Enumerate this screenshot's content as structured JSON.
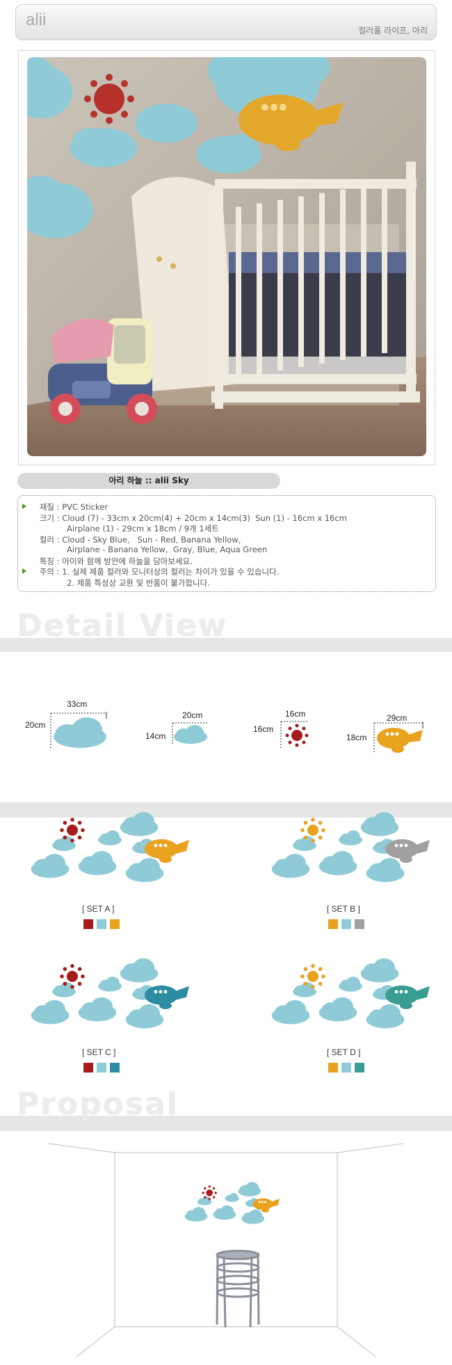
{
  "header": {
    "logo": "alii",
    "tagline": "컬러풀 라이프, 아리"
  },
  "product": {
    "title": "아리 하늘 :: alii     Sky"
  },
  "specs": [
    {
      "key": "재질",
      "lines": [
        "PVC Sticker"
      ],
      "bullet": true
    },
    {
      "key": "크기",
      "lines": [
        "Cloud (7) - 33cm x 20cm(4) + 20cm x 14cm(3)  Sun (1) - 16cm x 16cm",
        "Airplane (1) - 29cm x 18cm / 9개 1세트"
      ],
      "bullet": false
    },
    {
      "key": "컬러",
      "lines": [
        "Cloud - Sky Blue,   Sun - Red, Banana Yellow,",
        "Airplane - Banana Yellow,  Gray, Blue, Aqua Green"
      ],
      "bullet": false
    },
    {
      "key": "특징",
      "lines": [
        "아이와 함께 방안에 하늘을 담아보세요."
      ],
      "bullet": false
    },
    {
      "key": "주의",
      "lines": [
        "1. 실제 제품 컬러와 모니터상의 컬러는 차이가 있을 수 있습니다.",
        "2. 제품 특성상 교환 및 반품이 불가합니다."
      ],
      "bullet": true
    }
  ],
  "sections": {
    "detail": "Detail View",
    "proposal": "Proposal"
  },
  "sizes": [
    {
      "item": "cloud-large",
      "w": "33cm",
      "h": "20cm"
    },
    {
      "item": "cloud-small",
      "w": "20cm",
      "h": "14cm"
    },
    {
      "item": "sun",
      "w": "16cm",
      "h": "16cm"
    },
    {
      "item": "airplane",
      "w": "29cm",
      "h": "18cm"
    }
  ],
  "sets": [
    {
      "label": "[ SET A ]",
      "sun": "#a61b1b",
      "plane": "#e8a21e",
      "swatches": [
        "#a61b1b",
        "#8fcbd6",
        "#e8a21e"
      ]
    },
    {
      "label": "[ SET B ]",
      "sun": "#e8a21e",
      "plane": "#a0a0a0",
      "swatches": [
        "#e8a21e",
        "#8fcbd6",
        "#a0a0a0"
      ]
    },
    {
      "label": "[ SET C ]",
      "sun": "#a61b1b",
      "plane": "#2c8ca2",
      "swatches": [
        "#a61b1b",
        "#8fcbd6",
        "#2c8ca2"
      ]
    },
    {
      "label": "[ SET D ]",
      "sun": "#e8a21e",
      "plane": "#3a9d94",
      "swatches": [
        "#e8a21e",
        "#8fcbd6",
        "#3a9d94"
      ]
    }
  ],
  "colors": {
    "cloud": "#8fcbd6",
    "sun": "#a61b1b",
    "plane": "#e8a21e"
  }
}
